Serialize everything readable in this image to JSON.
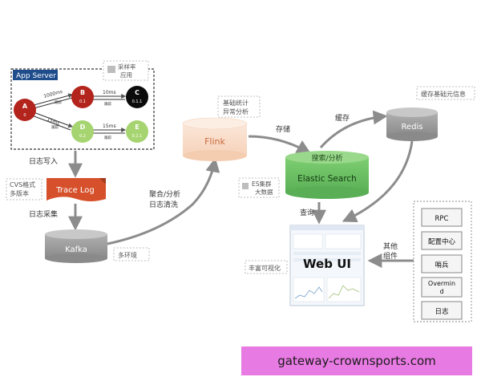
{
  "app_server": {
    "title": "App Server",
    "nodes": [
      {
        "id": "A",
        "value": "0"
      },
      {
        "id": "B",
        "value": "0.1"
      },
      {
        "id": "C",
        "value": "0.1.1"
      },
      {
        "id": "D",
        "value": "0.2"
      },
      {
        "id": "E",
        "value": "0.2.1"
      }
    ],
    "edges": [
      {
        "label": "1000ms",
        "sub": "跟踪"
      },
      {
        "label": "10ms",
        "sub": "跟踪"
      },
      {
        "label": "15ms",
        "sub": "跟踪"
      },
      {
        "label": "15ms",
        "sub": "跟踪"
      }
    ],
    "sampling_note": "采样率\n应用"
  },
  "labels": {
    "log_write": "日志写入",
    "cvs_format": "CVS格式\n多版本",
    "trace_log": "Trace Log",
    "log_collect": "日志采集",
    "kafka": "Kafka",
    "multi_env": "多环境",
    "aggregate": "聚合/分析\n日志清洗",
    "flink": "Flink",
    "flink_note": "基础统计\n异常分析",
    "storage": "存储",
    "cache": "缓存",
    "redis": "Redis",
    "redis_note": "缓存基础元信息",
    "es_top": "搜索/分析",
    "es": "Elastic Search",
    "es_note": "ES集群\n大数据",
    "query": "查询",
    "web_ui": "Web UI",
    "rich_vis": "丰富可视化",
    "other": "其他\n组件"
  },
  "components": [
    "RPC",
    "配置中心",
    "哨兵",
    "Overmin\nd",
    "日志"
  ],
  "watermark": "gateway-crownsports.com",
  "colors": {
    "node_red": "#b3241c",
    "node_green": "#a6d470",
    "node_black": "#0b0b0b",
    "flink_fill": "#f8dcc8",
    "es_fill": "#6cc066",
    "redis_fill": "#9c9c9c",
    "kafka_fill": "#9c9c9c",
    "trace_fill": "#d5502b",
    "app_header": "#1f4d8c",
    "watermark_bg": "#e87ae3"
  }
}
